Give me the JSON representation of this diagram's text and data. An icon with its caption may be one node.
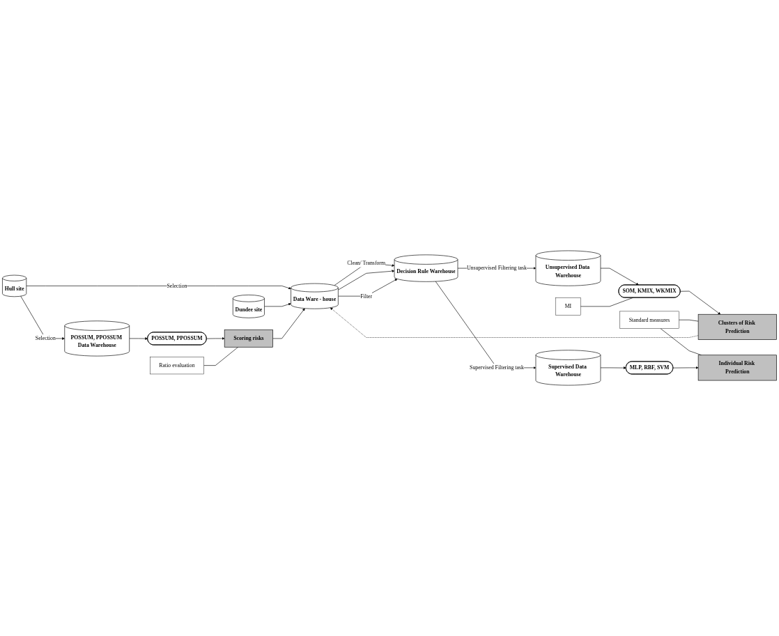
{
  "diagram": {
    "nodes": [
      {
        "text": [
          "Hull site"
        ]
      },
      {
        "text": [
          "Dundee site"
        ]
      },
      {
        "text": [
          "POSSUM, PPOSSUM Data Warehouse"
        ]
      },
      {
        "text": [
          "POSSUM, PPOSSUM"
        ]
      },
      {
        "text": [
          "Scoring risks"
        ]
      },
      {
        "text": [
          "Ratio evaluation"
        ]
      },
      {
        "text": [
          "Data Ware - house"
        ]
      },
      {
        "text": [
          "Decision Rule Warehouse"
        ]
      },
      {
        "text": [
          "Unsupervised Data Warehouse"
        ]
      },
      {
        "text": [
          "SOM, KMIX, WKMIX"
        ]
      },
      {
        "text": [
          "MI"
        ]
      },
      {
        "text": [
          "Clusters of Risk Prediction"
        ]
      },
      {
        "text": [
          "Standard measures"
        ]
      },
      {
        "text": [
          "Supervised Data Warehouse"
        ]
      },
      {
        "text": [
          "MLP, RBF, SVM"
        ]
      },
      {
        "text": [
          "Individual Risk Prediction"
        ]
      }
    ],
    "edges": [
      {
        "from": 0,
        "to": 2,
        "arrow": "to",
        "label": "Selection"
      },
      {
        "from": 2,
        "to": 3,
        "arrow": "to"
      },
      {
        "from": 3,
        "to": 4,
        "arrow": "to"
      },
      {
        "from": 5,
        "to": 4,
        "arrow": "none"
      },
      {
        "from": 0,
        "to": 6,
        "arrow": "to",
        "label": "Selection"
      },
      {
        "from": 1,
        "to": 6,
        "arrow": "to"
      },
      {
        "from": 4,
        "to": 6,
        "arrow": "to"
      },
      {
        "from": 11,
        "to": 6,
        "arrow": "to",
        "style": "dashed"
      },
      {
        "from": 6,
        "to": 7,
        "arrow": "to",
        "label": "Clean/ Transform"
      },
      {
        "from": 6,
        "to": 7,
        "arrow": "to"
      },
      {
        "from": 6,
        "to": 7,
        "arrow": "to",
        "label": "Filter"
      },
      {
        "from": 7,
        "to": 8,
        "arrow": "to",
        "label": "Unsupervised Filtering task"
      },
      {
        "from": 7,
        "to": 13,
        "arrow": "to",
        "label": "Supervised Filtering task"
      },
      {
        "from": 8,
        "to": 9,
        "arrow": "to"
      },
      {
        "from": 9,
        "to": 11,
        "arrow": "to"
      },
      {
        "from": 10,
        "to": 9,
        "arrow": "none"
      },
      {
        "from": 12,
        "to": 11,
        "arrow": "none"
      },
      {
        "from": 12,
        "to": 15,
        "arrow": "none"
      },
      {
        "from": 13,
        "to": 14,
        "arrow": "to"
      },
      {
        "from": 14,
        "to": 15,
        "arrow": "to"
      }
    ]
  }
}
